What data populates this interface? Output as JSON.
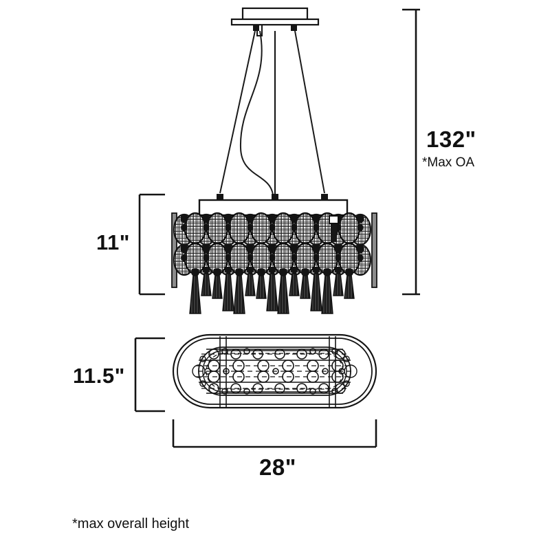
{
  "drawing": {
    "title": "Oval crystal pendant chandelier dimension drawing",
    "product_type": "linear oval crystal pendant chandelier",
    "line_color": "#1a1a1a",
    "fill_color": "#2b2b2b",
    "background_color": "#ffffff"
  },
  "dimensions": {
    "overall_height": {
      "value": "132\"",
      "note": "*Max OA",
      "orientation": "vertical",
      "side": "right"
    },
    "fixture_height": {
      "value": "11\"",
      "orientation": "vertical",
      "side": "left"
    },
    "fixture_depth": {
      "value": "11.5\"",
      "orientation": "vertical",
      "side": "left",
      "view": "plan"
    },
    "fixture_width": {
      "value": "28\"",
      "orientation": "horizontal",
      "side": "bottom",
      "view": "plan"
    }
  },
  "footnote": {
    "text": "*max overall height"
  },
  "views": {
    "elevation": {
      "name": "front elevation",
      "parts": [
        "canopy-plate",
        "canopy-box",
        "suspension-cables",
        "power-cord",
        "frame-bar",
        "crystal-array",
        "teardrop-pendants"
      ]
    },
    "plan": {
      "name": "plan view",
      "parts": [
        "outer-oval",
        "inner-oval",
        "dashed-guides",
        "crystal-mount-circles",
        "cross-bars"
      ]
    }
  }
}
